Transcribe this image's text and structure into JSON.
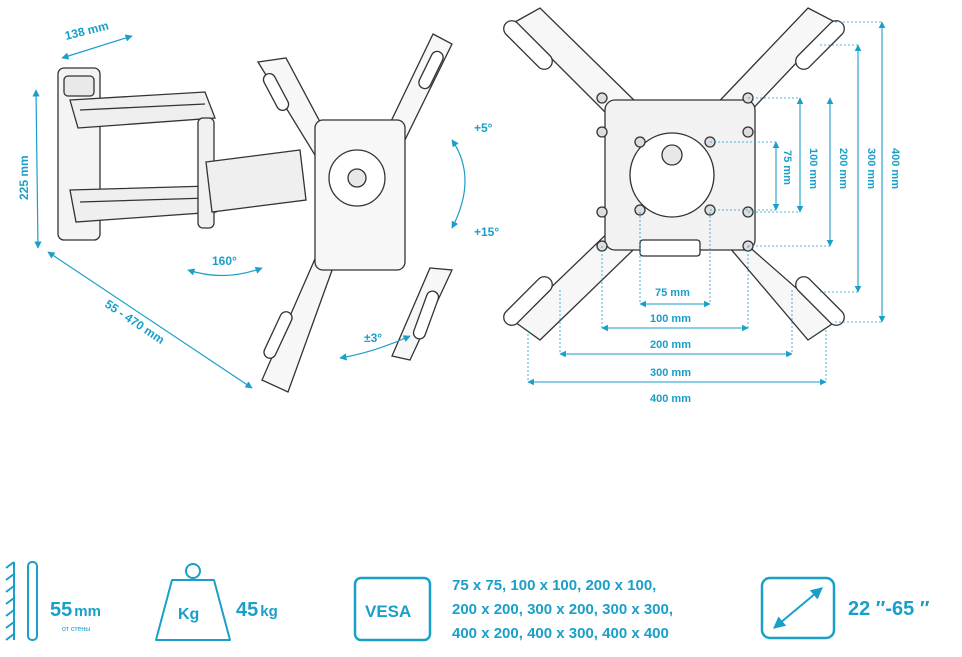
{
  "colors": {
    "accent": "#1a9fc8",
    "line": "#333333"
  },
  "side_view": {
    "arm_depth_label": "138 mm",
    "height_label": "225 mm",
    "extension_label": "55 - 470 mm",
    "swivel_label": "160°",
    "tilt_up_label": "+5°",
    "tilt_down_label": "+15°",
    "rotate_label": "±3°"
  },
  "front_view": {
    "bottom_dims": [
      "75 mm",
      "100 mm",
      "200 mm",
      "300 mm",
      "400 mm"
    ],
    "right_dims": [
      "75 mm",
      "100 mm",
      "200 mm",
      "300 mm",
      "400 mm"
    ]
  },
  "specs": {
    "wall_distance_value": "55",
    "wall_distance_unit": "mm",
    "wall_distance_caption": "от стены",
    "weight_icon_label": "Kg",
    "weight_value": "45",
    "weight_unit": "kg",
    "vesa_icon_label": "VESA",
    "vesa_lines": [
      "75 x 75, 100 x 100, 200 x 100,",
      "200 x 200, 300 x 200, 300 x 300,",
      "400 x 200, 400 x 300, 400 x 400"
    ],
    "screen_size": "22 ″-65 ″"
  },
  "icons": [
    "wall-distance-icon",
    "weight-icon",
    "vesa-icon",
    "screen-diagonal-icon"
  ]
}
